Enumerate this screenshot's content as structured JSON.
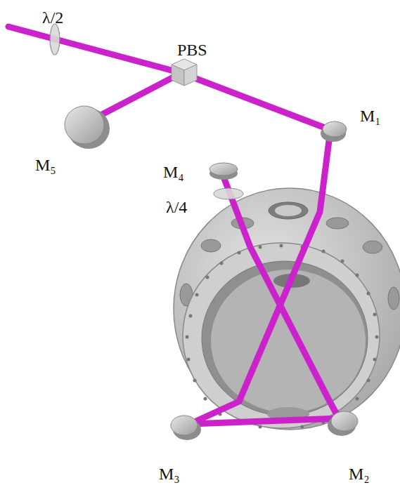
{
  "diagram": {
    "labels": [
      "λ/2",
      "PBS",
      "M₁",
      "M₄",
      "λ/4",
      "M₅",
      "M₃",
      "M₂"
    ]
  }
}
